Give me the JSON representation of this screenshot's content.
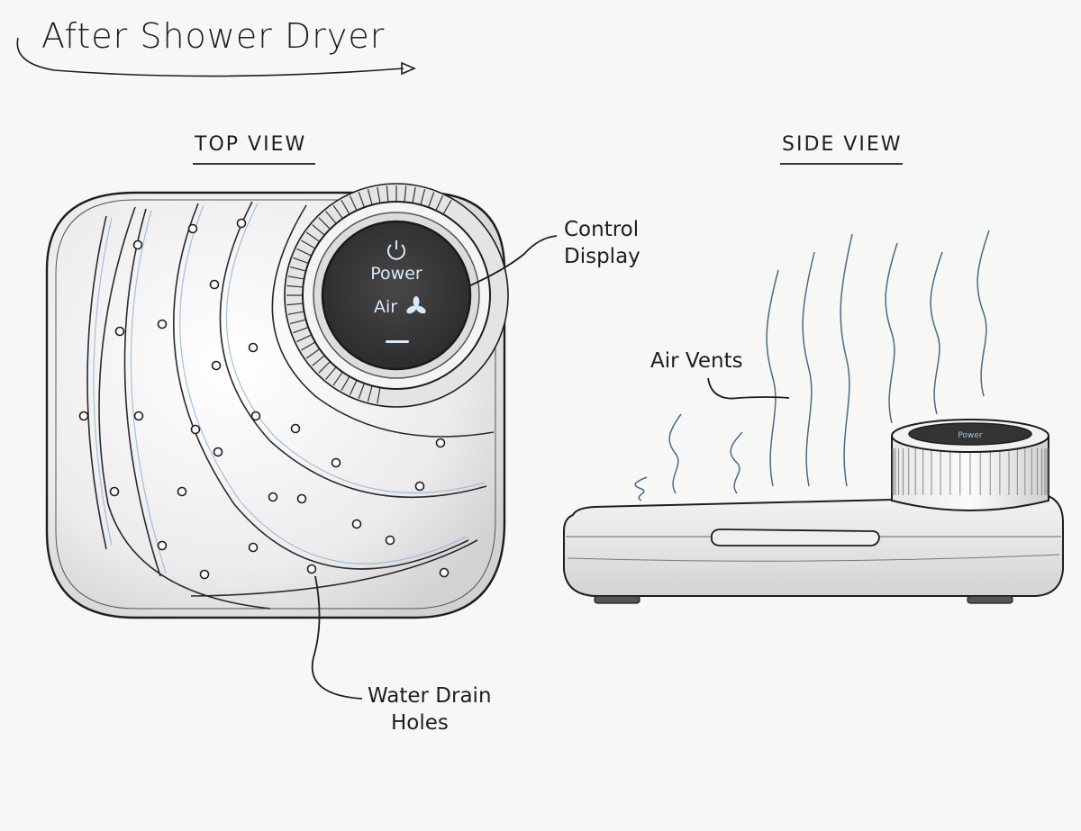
{
  "title": "After Shower Dryer",
  "views": {
    "top": "TOP VIEW",
    "side": "SIDE VIEW"
  },
  "callouts": {
    "control_display": [
      "Control",
      "Display"
    ],
    "air_vents": "Air Vents",
    "water_drain": [
      "Water Drain",
      "Holes"
    ]
  },
  "display": {
    "power_label": "Power",
    "air_label": "Air",
    "power_icon": "power-icon",
    "fan_icon": "fan-icon"
  },
  "colors": {
    "display_bg": "#3a3a3a",
    "display_text": "#d8eaf8",
    "accent_blue": "#9fc2de",
    "ink": "#1e1e1e"
  }
}
